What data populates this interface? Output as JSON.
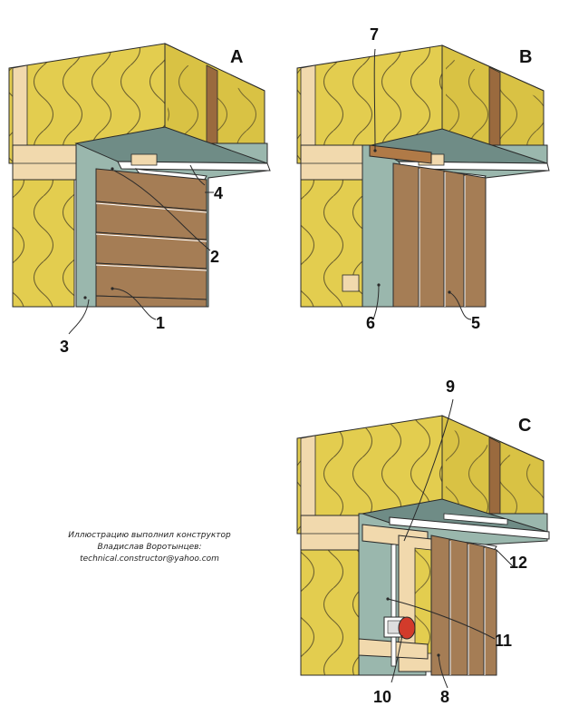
{
  "panels": [
    {
      "id": "A",
      "label": "A"
    },
    {
      "id": "B",
      "label": "B"
    },
    {
      "id": "C",
      "label": "C"
    }
  ],
  "callouts": [
    {
      "text": "1",
      "panel": "A"
    },
    {
      "text": "2",
      "panel": "A"
    },
    {
      "text": "3",
      "panel": "A"
    },
    {
      "text": "4",
      "panel": "A"
    },
    {
      "text": "5",
      "panel": "B"
    },
    {
      "text": "6",
      "panel": "B"
    },
    {
      "text": "7",
      "panel": "B"
    },
    {
      "text": "8",
      "panel": "C"
    },
    {
      "text": "9",
      "panel": "C"
    },
    {
      "text": "10",
      "panel": "C"
    },
    {
      "text": "11",
      "panel": "C"
    },
    {
      "text": "12",
      "panel": "C"
    }
  ],
  "credit": {
    "line1": "Иллюстрацию выполнил конструктор",
    "line2": "Владислав Воротынцев:",
    "line3": "technical.constructor@yahoo.com"
  },
  "colors": {
    "insulation": "#e3cd4f",
    "timber": "#f1d9ad",
    "membrane": "#9ab7ad",
    "ceiling": "#6f8c86",
    "panel_wood": "#a57d55",
    "stud": "#b07a47",
    "trim": "#ffffff",
    "outline": "#2a2a2a",
    "fan": "#d23b2b"
  }
}
